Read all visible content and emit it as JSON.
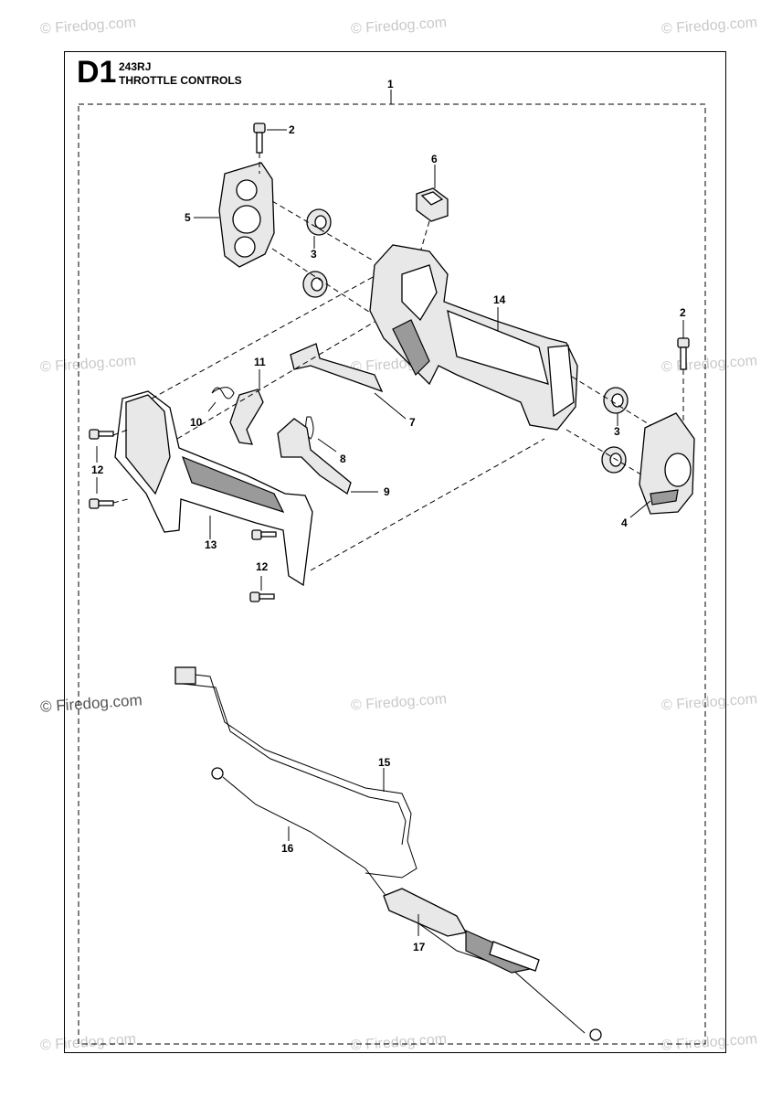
{
  "header": {
    "section_code": "D1",
    "model": "243RJ",
    "title": "THROTTLE CONTROLS"
  },
  "watermark": {
    "text": "© Firedog.com",
    "emphasized_text": "© Firedog.com"
  },
  "callouts": [
    "1",
    "2",
    "2",
    "3",
    "3",
    "4",
    "5",
    "6",
    "7",
    "8",
    "9",
    "10",
    "11",
    "12",
    "12",
    "13",
    "14",
    "15",
    "16",
    "17"
  ]
}
